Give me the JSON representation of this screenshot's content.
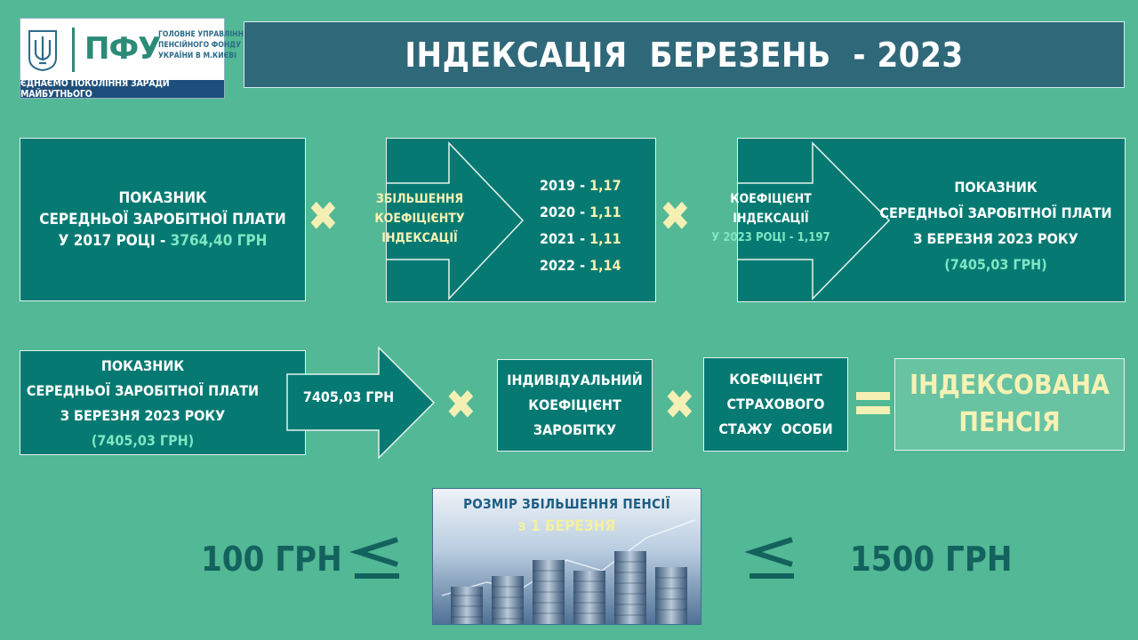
{
  "logo": {
    "abbr": "ПФУ",
    "name_lines": [
      "ГОЛОВНЕ УПРАВЛІННЯ",
      "ПЕНСІЙНОГО ФОНДУ",
      "УКРАЇНИ В М.КИЄВІ"
    ],
    "slogan": "ЄДНАЄМО ПОКОЛІННЯ ЗАРАДИ МАЙБУТНЬОГО"
  },
  "title": "ІНДЕКСАЦІЯ  БЕРЕЗЕНЬ  - 2023",
  "row1": {
    "box1": {
      "lines": [
        "ПОКАЗНИК",
        "СЕРЕДНЬОЇ ЗАРОБІТНОЇ ПЛАТИ"
      ],
      "year_line": "У 2017 РОЦІ - ",
      "amount": "3764,40  ГРН"
    },
    "operator": "✖",
    "box2": {
      "arrow_lines": [
        "ЗБІЛЬШЕННЯ",
        "КОЕФІЦІЄНТУ",
        "ІНДЕКСАЦІЇ"
      ],
      "coefficients": [
        {
          "year": "2019 - ",
          "value": "1,17"
        },
        {
          "year": "2020 - ",
          "value": "1,11"
        },
        {
          "year": "2021 - ",
          "value": "1,11"
        },
        {
          "year": "2022 - ",
          "value": "1,14"
        }
      ]
    },
    "box3": {
      "arrow_lines": [
        "КОЕФІЦІЄНТ",
        "ІНДЕКСАЦІЇ",
        "У 2023 РОЦІ - 1,197"
      ],
      "lines": [
        "ПОКАЗНИК",
        "СЕРЕДНЬОЇ  ЗАРОБІТНОЇ  ПЛАТИ",
        "З БЕРЕЗНЯ 2023 РОКУ"
      ],
      "amount": "(7405,03 ГРН)"
    }
  },
  "row2": {
    "box1": {
      "lines": [
        "ПОКАЗНИК",
        "СЕРЕДНЬОЇ  ЗАРОБІТНОЇ  ПЛАТИ",
        "З БЕРЕЗНЯ 2023 РОКУ"
      ],
      "amount": "(7405,03 ГРН)"
    },
    "arrow_value": "7405,03 ГРН",
    "operator": "✖",
    "box2_lines": [
      "ІНДИВІДУАЛЬНИЙ",
      "КОЕФІЦІЄНТ",
      "ЗАРОБІТКУ"
    ],
    "box3_lines": [
      "КОЕФІЦІЄНТ",
      "СТРАХОВОГО",
      "СТАЖУ  ОСОБИ"
    ],
    "result_lines": [
      "ІНДЕКСОВАНА",
      "ПЕНСІЯ"
    ]
  },
  "row3": {
    "min": "100 ГРН",
    "max": "1500 ГРН",
    "photo_title": "РОЗМІР ЗБІЛЬШЕННЯ ПЕНСІЇ",
    "photo_subtitle": "з 1 БЕРЕЗНЯ"
  },
  "colors": {
    "background": "#52b895",
    "box_teal": "#067a72",
    "title_bar": "#2f6879",
    "accent_yellow": "#f6f2b4",
    "accent_mint": "#7fe6c4",
    "dark_text": "#13625d"
  }
}
